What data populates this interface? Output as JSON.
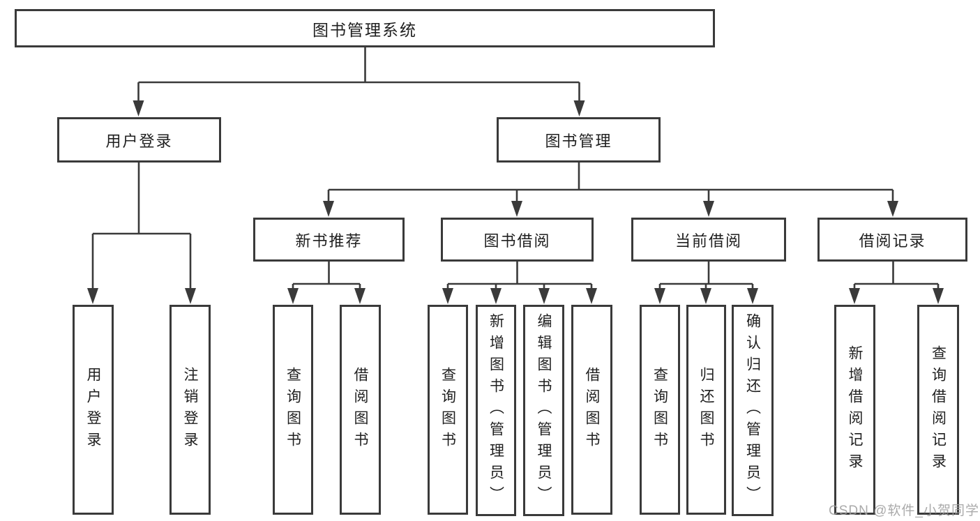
{
  "diagram": {
    "type": "function-structure-tree",
    "root": {
      "label": "图书管理系统"
    },
    "nodes": {
      "user_login": {
        "label": "用户登录",
        "children": [
          {
            "label": "用户登录"
          },
          {
            "label": "注销登录"
          }
        ]
      },
      "book_mgmt": {
        "label": "图书管理",
        "children": [
          {
            "label": "新书推荐",
            "children": [
              {
                "label": "查询图书"
              },
              {
                "label": "借阅图书"
              }
            ]
          },
          {
            "label": "图书借阅",
            "children": [
              {
                "label": "查询图书"
              },
              {
                "label": "新增图书（管理员）"
              },
              {
                "label": "编辑图书（管理员）"
              },
              {
                "label": "借阅图书"
              }
            ]
          },
          {
            "label": "当前借阅",
            "children": [
              {
                "label": "查询图书"
              },
              {
                "label": "归还图书"
              },
              {
                "label": "确认归还（管理员）"
              }
            ]
          },
          {
            "label": "借阅记录",
            "children": [
              {
                "label": "新增借阅记录"
              },
              {
                "label": "查询借阅记录"
              }
            ]
          }
        ]
      }
    },
    "colors": {
      "line": "#3a3a3a",
      "box_background": "#ffffff",
      "text": "#1f1f1f",
      "watermark": "#9e9e9e"
    }
  },
  "watermark": {
    "text": "CSDN @软件_小贺同学"
  }
}
